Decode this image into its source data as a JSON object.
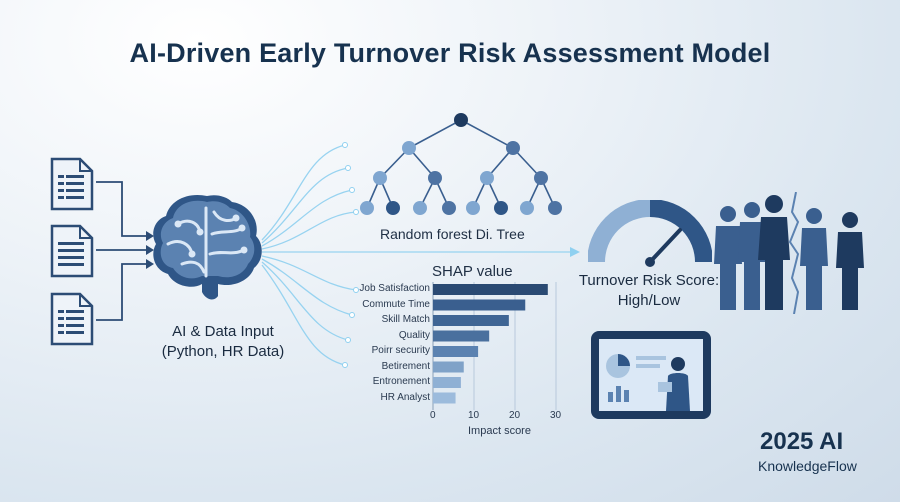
{
  "title": "AI-Driven Early Turnover Risk Assessment Model",
  "input": {
    "line1": "AI & Data Input",
    "line2": "(Python, HR Data)"
  },
  "model": {
    "label": "Random forest Di. Tree"
  },
  "shap": {
    "title": "SHAP value",
    "xlabel": "Impact score",
    "ticks": [
      "0",
      "10",
      "20",
      "30"
    ]
  },
  "risk": {
    "line1": "Turnover Risk Score:",
    "line2": "High/Low"
  },
  "brand": {
    "year": "2025 AI",
    "name": "KnowledgeFlow"
  },
  "chart_data": {
    "type": "bar",
    "title": "SHAP value",
    "xlabel": "Impact score",
    "xlim": [
      0,
      30
    ],
    "orientation": "horizontal",
    "categories": [
      "Job Satisfaction",
      "Commute Time",
      "Skill Match",
      "Quality",
      "Poirr security",
      "Betirement",
      "Entronement",
      "HR Analyst"
    ],
    "values": [
      28,
      22.5,
      18.5,
      13.7,
      11,
      7.5,
      6.8,
      5.5
    ]
  },
  "colors": {
    "primary": "#3a5f8f",
    "dark": "#1e3a5f",
    "light": "#a9c4df",
    "accent": "#5b82b1"
  }
}
